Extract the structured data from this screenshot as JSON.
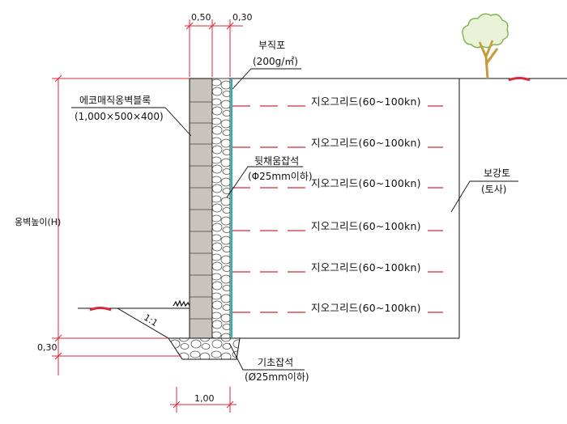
{
  "dimensions": {
    "top_block": "0,50",
    "top_filter": "0,30",
    "base_height": "0,30",
    "base_width": "1,00",
    "wall_height": "옹벽높이(H)"
  },
  "labels": {
    "fabric_title": "부직포",
    "fabric_spec": "(200g/㎡)",
    "block_title": "에코매직옹벽블록",
    "block_spec": "(1,000×500×400)",
    "backfill_title": "뒷채움잡석",
    "backfill_spec": "(Φ25mm이하)",
    "soil_title": "보강토",
    "soil_spec": "(토사)",
    "base_title": "기초잡석",
    "base_spec": "(Ø25mm이하)",
    "slope": "1:1"
  },
  "geogrids": [
    "지오그리드(60~100kn)",
    "지오그리드(60~100kn)",
    "지오그리드(60~100kn)",
    "지오그리드(60~100kn)",
    "지오그리드(60~100kn)",
    "지오그리드(60~100kn)"
  ],
  "colors": {
    "line": "#111111",
    "dimension": "#d8283a",
    "geogrid": "#d8283a",
    "fabric": "#2cb5b0",
    "block": "#c8c3bc",
    "tree_leaf": "#7fb24a",
    "tree_trunk": "#c79a3b"
  }
}
